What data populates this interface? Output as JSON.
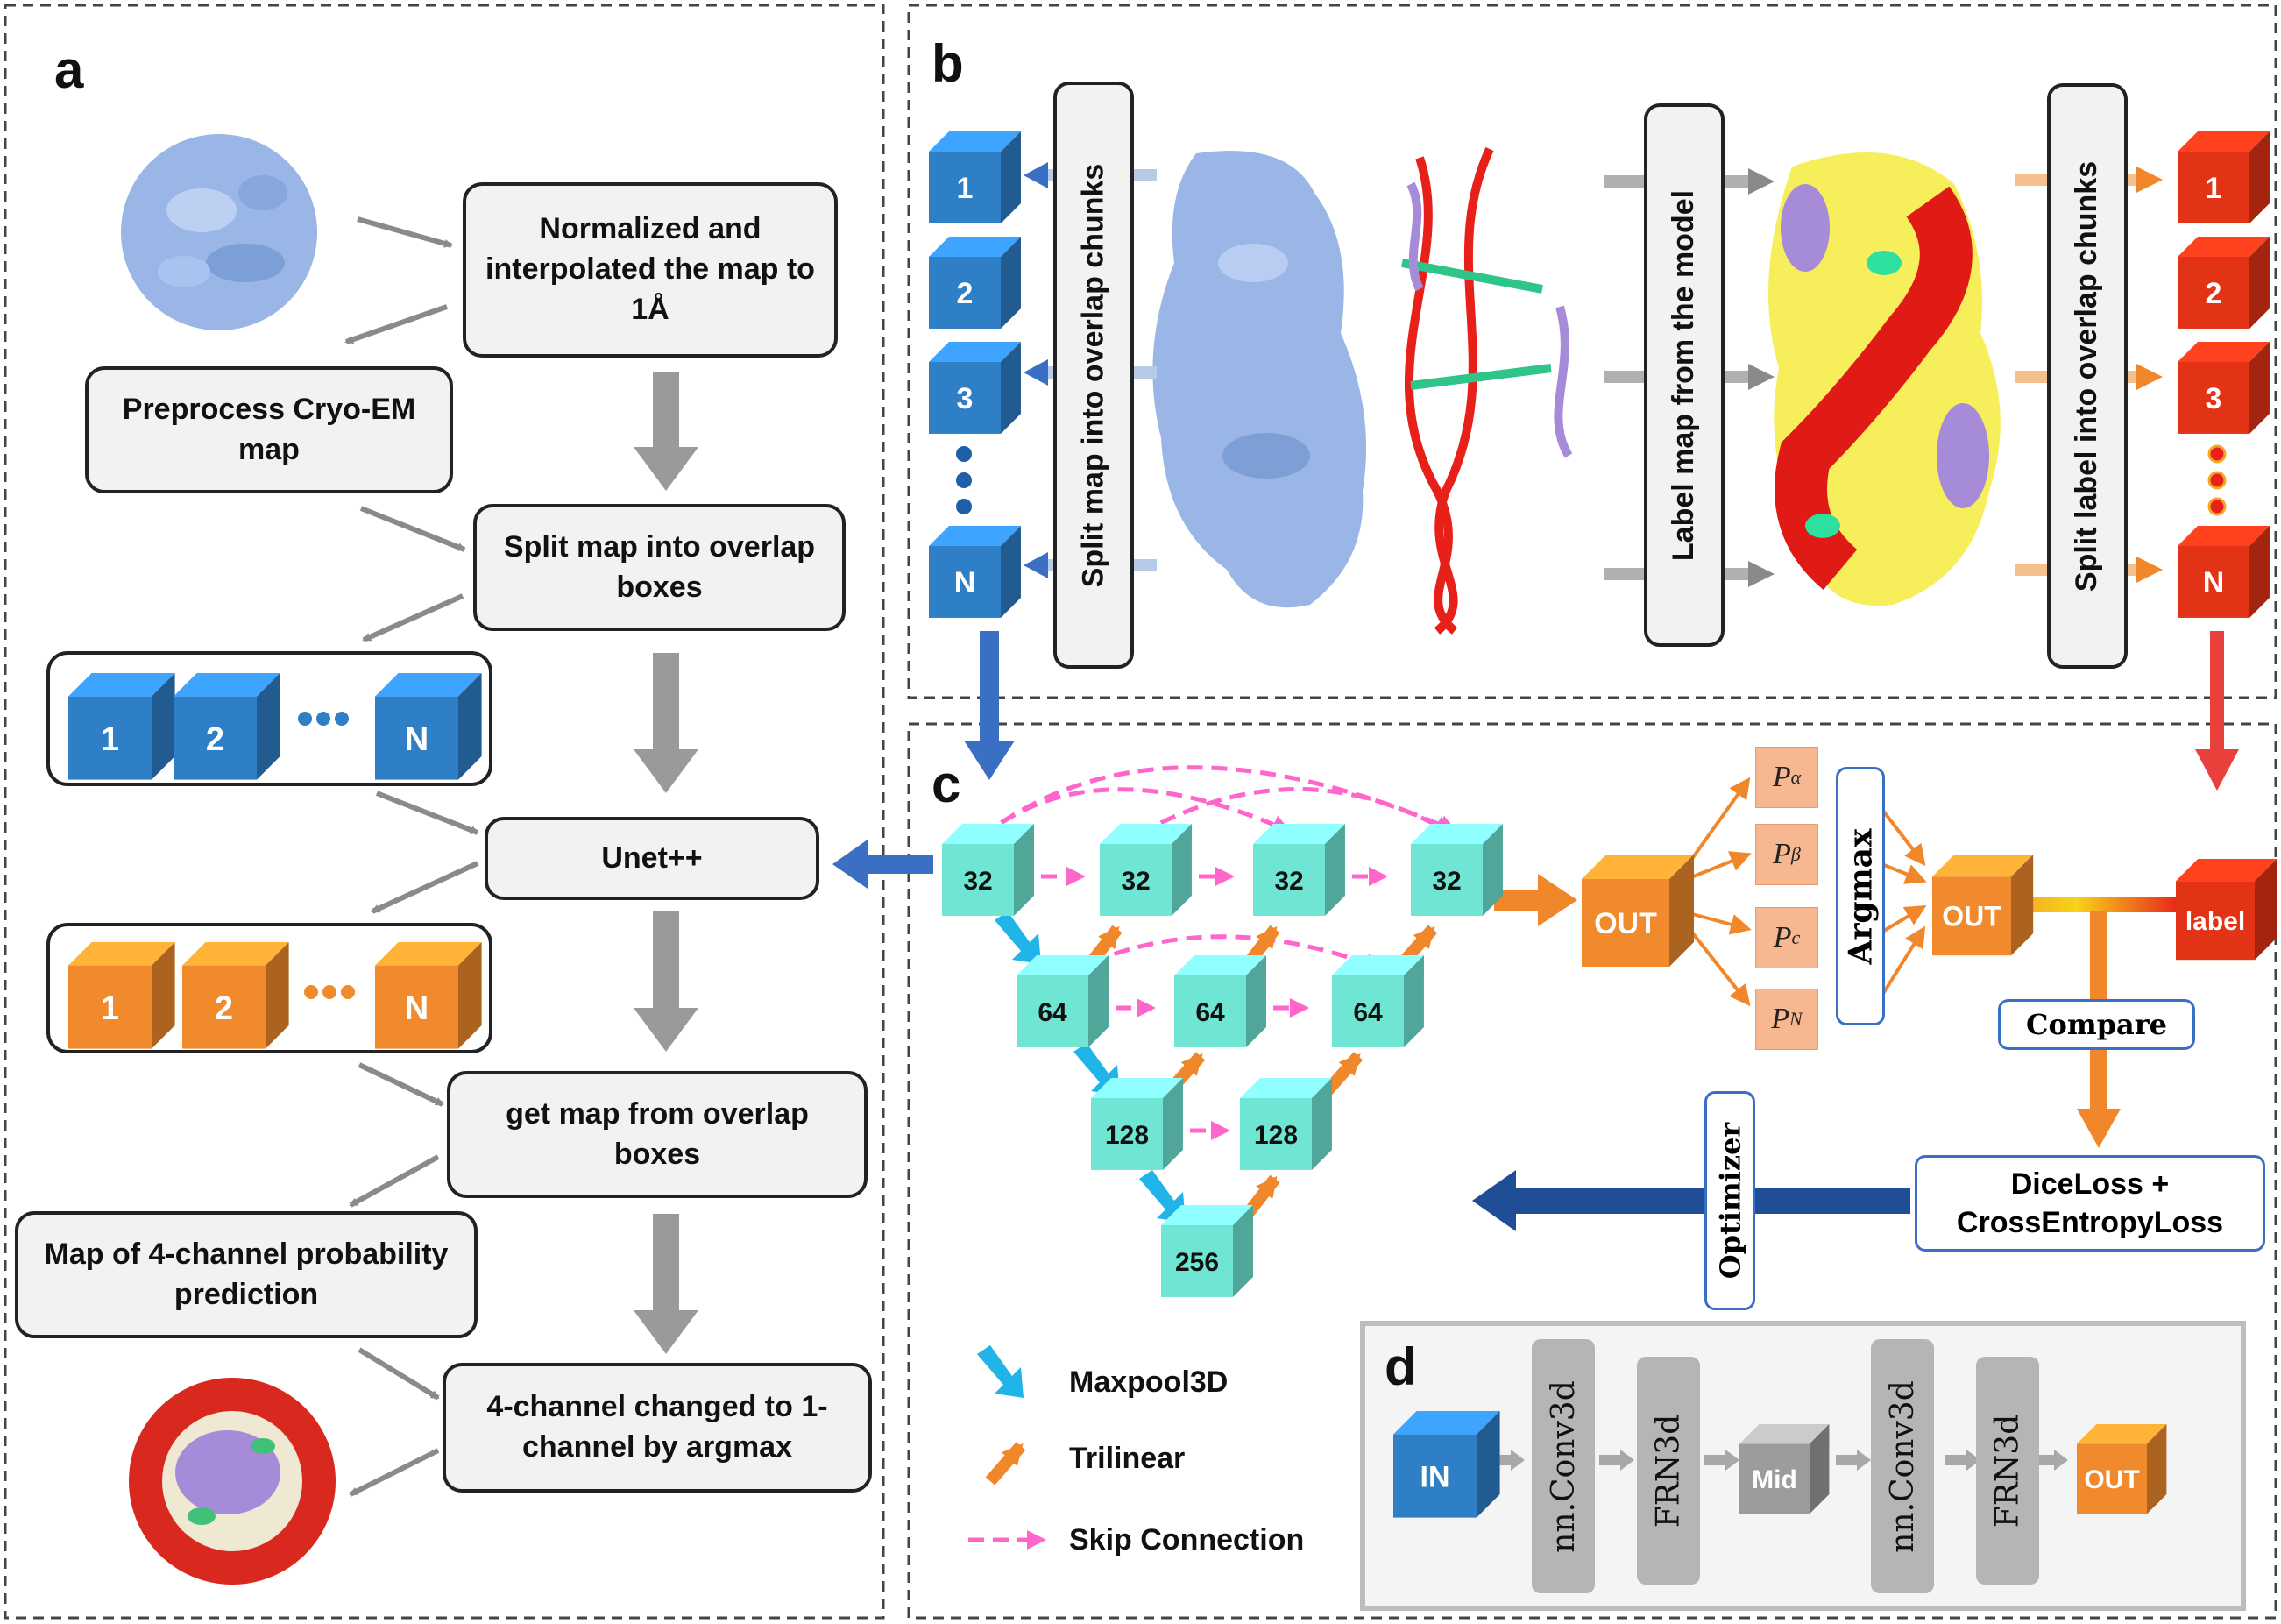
{
  "panels": {
    "a": "a",
    "b": "b",
    "c": "c",
    "d": "d"
  },
  "panel_a": {
    "normalize": "Normalized and interpolated the map to 1Å",
    "preprocess": "Preprocess Cryo-EM map",
    "split_boxes": "Split map into overlap boxes",
    "unet": "Unet++",
    "get_map": "get map from overlap boxes",
    "prob_map": "Map of 4-channel probability prediction",
    "argmax_change": "4-channel changed to 1-channel by argmax",
    "blue_chunks": [
      "1",
      "2",
      "N"
    ],
    "orange_chunks": [
      "1",
      "2",
      "N"
    ]
  },
  "panel_b": {
    "split_map": "Split map into overlap chunks",
    "label_map": "Label map from the model",
    "split_label": "Split label into overlap chunks",
    "blue_cubes": [
      "1",
      "2",
      "3",
      "N"
    ],
    "red_cubes": [
      "1",
      "2",
      "3",
      "N"
    ]
  },
  "panel_c": {
    "nodes_row1": [
      "32",
      "32",
      "32",
      "32"
    ],
    "nodes_row2": [
      "64",
      "64",
      "64"
    ],
    "nodes_row3": [
      "128",
      "128"
    ],
    "nodes_row4": [
      "256"
    ],
    "out1": "OUT",
    "out2": "OUT",
    "label": "label",
    "prob_letter": "P",
    "prob_subs": [
      "α",
      "β",
      "c",
      "N"
    ],
    "argmax": "Argmax",
    "compare": "Compare",
    "loss": "DiceLoss + CrossEntropyLoss",
    "optimizer": "Optimizer",
    "legend": [
      "Maxpool3D",
      "Trilinear",
      "Skip Connection"
    ]
  },
  "panel_d": {
    "in": "IN",
    "conv1": "nn.Conv3d",
    "frn1": "FRN3d",
    "mid": "Mid",
    "conv2": "nn.Conv3d",
    "frn2": "FRN3d",
    "out": "OUT"
  },
  "colors": {
    "cube_blue": "#2f7fc6",
    "cube_orange": "#f08a2c",
    "cube_red": "#e33316",
    "cube_teal": "#6fe6d3",
    "arrow_gray": "#9a9a9a",
    "arrow_orange": "#f0872a",
    "arrow_blue": "#3a6fc4",
    "arrow_cyan": "#20b4e8",
    "skip_pink": "#ff66cc",
    "dark_navy": "#1f4e96",
    "arrow_red": "#e8403a"
  }
}
